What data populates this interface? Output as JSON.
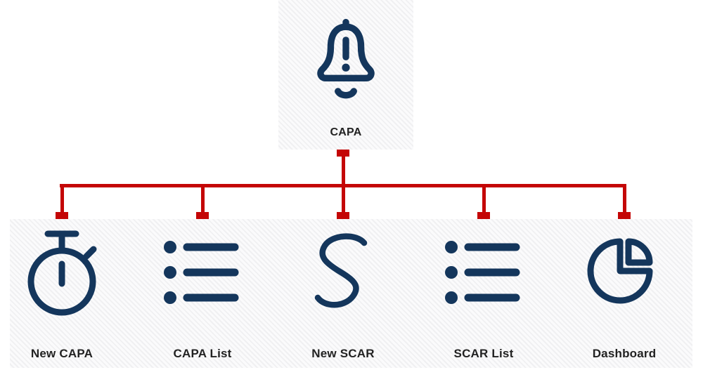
{
  "theme": {
    "navy": "#14365c",
    "red": "#c40606",
    "panel_bg": "#f7f7f8",
    "label_color": "#222222"
  },
  "diagram": {
    "type": "tree",
    "root": {
      "label": "CAPA",
      "icon": "bell-alert-icon"
    },
    "children": [
      {
        "label": "New CAPA",
        "icon": "stopwatch-icon"
      },
      {
        "label": "CAPA List",
        "icon": "bullet-list-icon"
      },
      {
        "label": "New SCAR",
        "icon": "letter-s-icon"
      },
      {
        "label": "SCAR List",
        "icon": "bullet-list-icon"
      },
      {
        "label": "Dashboard",
        "icon": "pie-chart-icon"
      }
    ]
  }
}
